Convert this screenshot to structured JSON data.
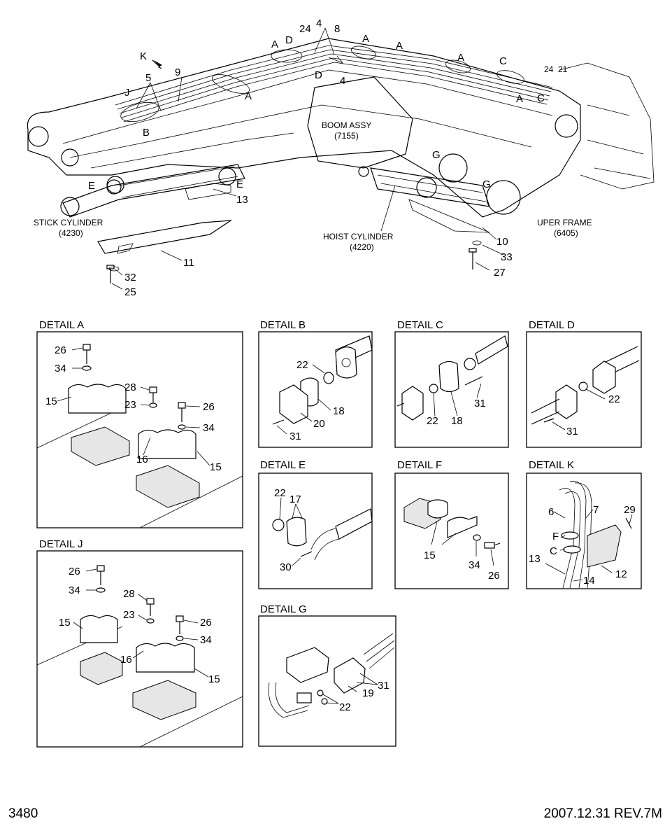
{
  "main": {
    "boom_assy_label": "BOOM ASSY",
    "boom_assy_code": "(7155)",
    "stick_cylinder_label": "STICK CYLINDER",
    "stick_cylinder_code": "(4230)",
    "hoist_cylinder_label": "HOIST CYLINDER",
    "hoist_cylinder_code": "(4220)",
    "upper_frame_label": "UPER FRAME",
    "upper_frame_code": "(6405)",
    "view_marker": "K",
    "callouts": [
      "A",
      "D",
      "24",
      "4",
      "8",
      "A",
      "A",
      "A",
      "C",
      "24",
      "21",
      "5",
      "9",
      "J",
      "B",
      "A",
      "C",
      "D",
      "4",
      "A",
      "E",
      "E",
      "13",
      "G",
      "G",
      "10",
      "33",
      "27",
      "11",
      "32",
      "25"
    ]
  },
  "details": {
    "a": {
      "title": "DETAIL A",
      "callouts": [
        "26",
        "34",
        "28",
        "23",
        "26",
        "34",
        "15",
        "16",
        "15"
      ]
    },
    "b": {
      "title": "DETAIL B",
      "callouts": [
        "22",
        "18",
        "20",
        "31"
      ]
    },
    "c": {
      "title": "DETAIL C",
      "callouts": [
        "31",
        "22",
        "18"
      ]
    },
    "d": {
      "title": "DETAIL D",
      "callouts": [
        "22",
        "31"
      ]
    },
    "e": {
      "title": "DETAIL E",
      "callouts": [
        "22",
        "17",
        "30"
      ]
    },
    "f": {
      "title": "DETAIL F",
      "callouts": [
        "15",
        "34",
        "26"
      ]
    },
    "k": {
      "title": "DETAIL K",
      "callouts": [
        "6",
        "7",
        "29",
        "F",
        "C",
        "13",
        "14",
        "12"
      ]
    },
    "j": {
      "title": "DETAIL J",
      "callouts": [
        "26",
        "34",
        "28",
        "23",
        "26",
        "34",
        "15",
        "16",
        "15"
      ]
    },
    "g": {
      "title": "DETAIL G",
      "callouts": [
        "31",
        "19",
        "22"
      ]
    }
  },
  "footer": {
    "page_number": "3480",
    "revision": "2007.12.31 REV.7M"
  }
}
